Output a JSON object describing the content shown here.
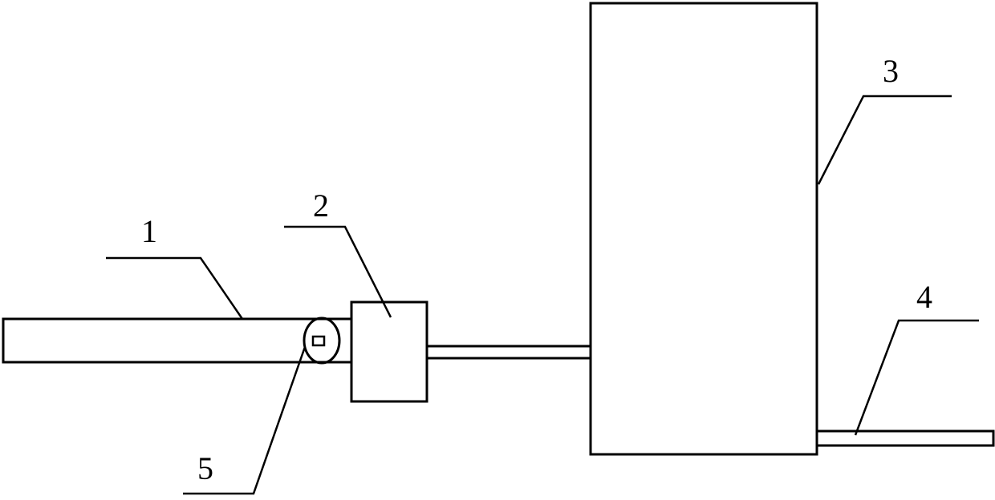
{
  "diagram": {
    "labels": {
      "part1": "1",
      "part2": "2",
      "part3": "3",
      "part4": "4",
      "part5": "5"
    },
    "colors": {
      "stroke": "#000000",
      "background": "#ffffff"
    }
  }
}
